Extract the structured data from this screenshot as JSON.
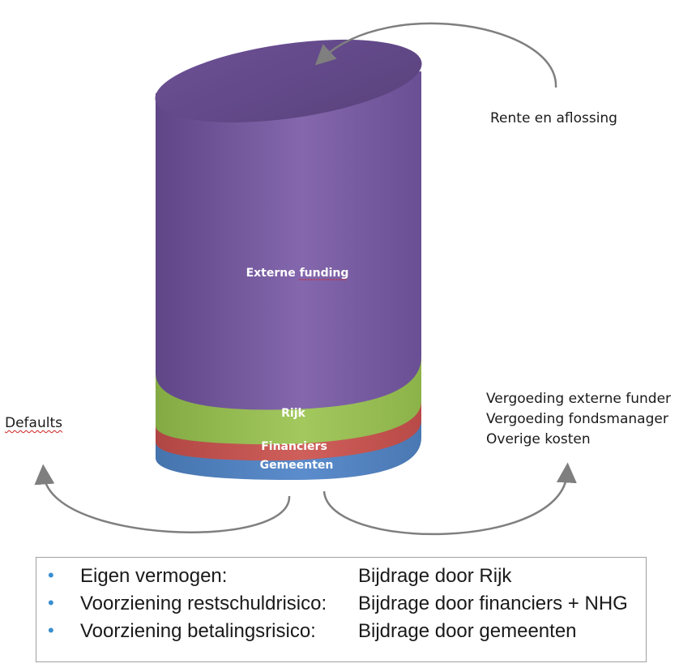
{
  "cylinder": {
    "segments": [
      {
        "label": "Externe funding",
        "color": "#7b5ea6"
      },
      {
        "label": "Rijk",
        "color": "#96be50"
      },
      {
        "label": "Financiers",
        "color": "#c0504d"
      },
      {
        "label": "Gemeenten",
        "color": "#4f81bd"
      }
    ]
  },
  "flows": {
    "top_right": "Rente en aflossing",
    "left": "Defaults",
    "right_lines": [
      "Vergoeding externe funder",
      "Vergoeding fondsmanager",
      "Overige kosten"
    ]
  },
  "legend": {
    "items": [
      {
        "term": "Eigen vermogen:",
        "description": "Bijdrage door Rijk"
      },
      {
        "term": "Voorziening restschuldrisico:",
        "description": "Bijdrage door financiers + NHG"
      },
      {
        "term": "Voorziening betalingsrisico:",
        "description": "Bijdrage door gemeenten"
      }
    ]
  }
}
